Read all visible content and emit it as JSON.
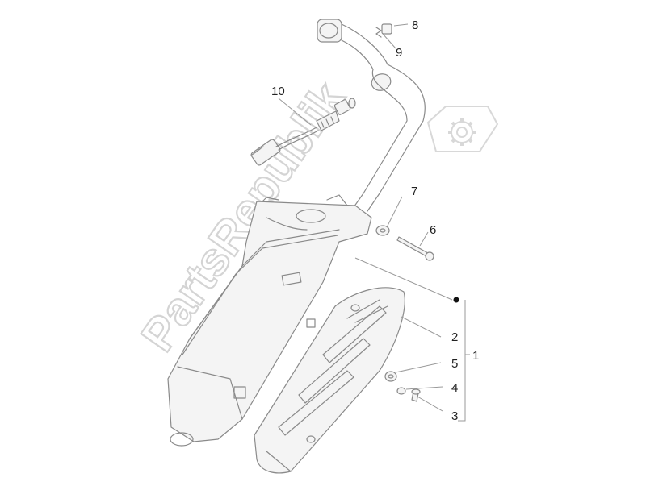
{
  "watermark": {
    "text": "PartsRepublik",
    "icon": "gear-icon",
    "color": "#d6d6d6"
  },
  "callouts": {
    "c1": "1",
    "c2": "2",
    "c3": "3",
    "c4": "4",
    "c5": "5",
    "c6": "6",
    "c7": "7",
    "c8": "8",
    "c9": "9",
    "c10": "10"
  },
  "colors": {
    "line": "#8a8a8a",
    "text": "#222222",
    "marker": "#111111"
  }
}
